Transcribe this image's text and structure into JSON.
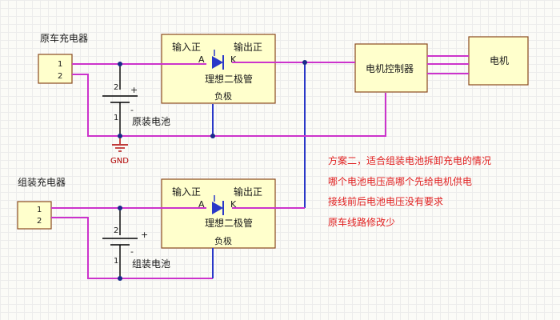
{
  "top_section": {
    "charger_label": "原车充电器",
    "connector_pins": [
      "1",
      "2"
    ],
    "battery_label": "原装电池",
    "battery_pins": [
      "2",
      "1"
    ],
    "battery_plus": "+",
    "battery_minus": "-",
    "gnd_label": "GND",
    "diode_box": {
      "input_label": "输入正",
      "output_label": "输出正",
      "anode": "A",
      "cathode": "K",
      "name": "理想二极管",
      "negative": "负极"
    }
  },
  "bottom_section": {
    "charger_label": "组装充电器",
    "connector_pins": [
      "1",
      "2"
    ],
    "battery_label": "组装电池",
    "battery_pins": [
      "2",
      "1"
    ],
    "battery_plus": "+",
    "battery_minus": "-",
    "diode_box": {
      "input_label": "输入正",
      "output_label": "输出正",
      "anode": "A",
      "cathode": "K",
      "name": "理想二极管",
      "negative": "负极"
    }
  },
  "controller": {
    "label": "电机控制器"
  },
  "motor": {
    "label": "电机"
  },
  "notes": [
    "方案二，适合组装电池拆卸充电的情况",
    "哪个电池电压高哪个先给电机供电",
    "接线前后电池电压没有要求",
    "原车线路修改少"
  ],
  "colors": {
    "wire": "#cc33cc",
    "signal": "#2a38c8",
    "note_text": "#e02020",
    "box_fill": "#ffffcc",
    "box_border": "#8a4a1e",
    "ground": "#b00000"
  }
}
